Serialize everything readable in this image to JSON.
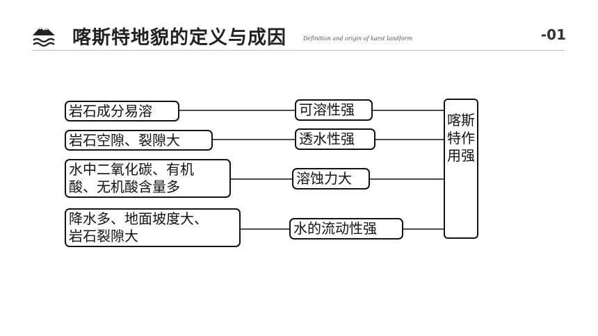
{
  "header": {
    "title": "喀斯特地貌的定义与成因",
    "subtitle": "Definition and origin of karst landform",
    "page_number": "-01",
    "logo_icon": "mountain-waves-icon"
  },
  "diagram": {
    "rows": [
      {
        "cause": [
          "岩石成分易溶"
        ],
        "effect": "可溶性强"
      },
      {
        "cause": [
          "岩石空隙、裂隙大"
        ],
        "effect": "透水性强"
      },
      {
        "cause": [
          "水中二氧化碳、有机",
          "酸、无机酸含量多"
        ],
        "effect": "溶蚀力大"
      },
      {
        "cause": [
          "降水多、地面坡度大、",
          "岩石裂隙大"
        ],
        "effect": "水的流动性强"
      }
    ],
    "result": "喀斯特作用强"
  },
  "colors": {
    "line": "#111111",
    "title": "#222222",
    "rule": "#bdbdbd"
  }
}
